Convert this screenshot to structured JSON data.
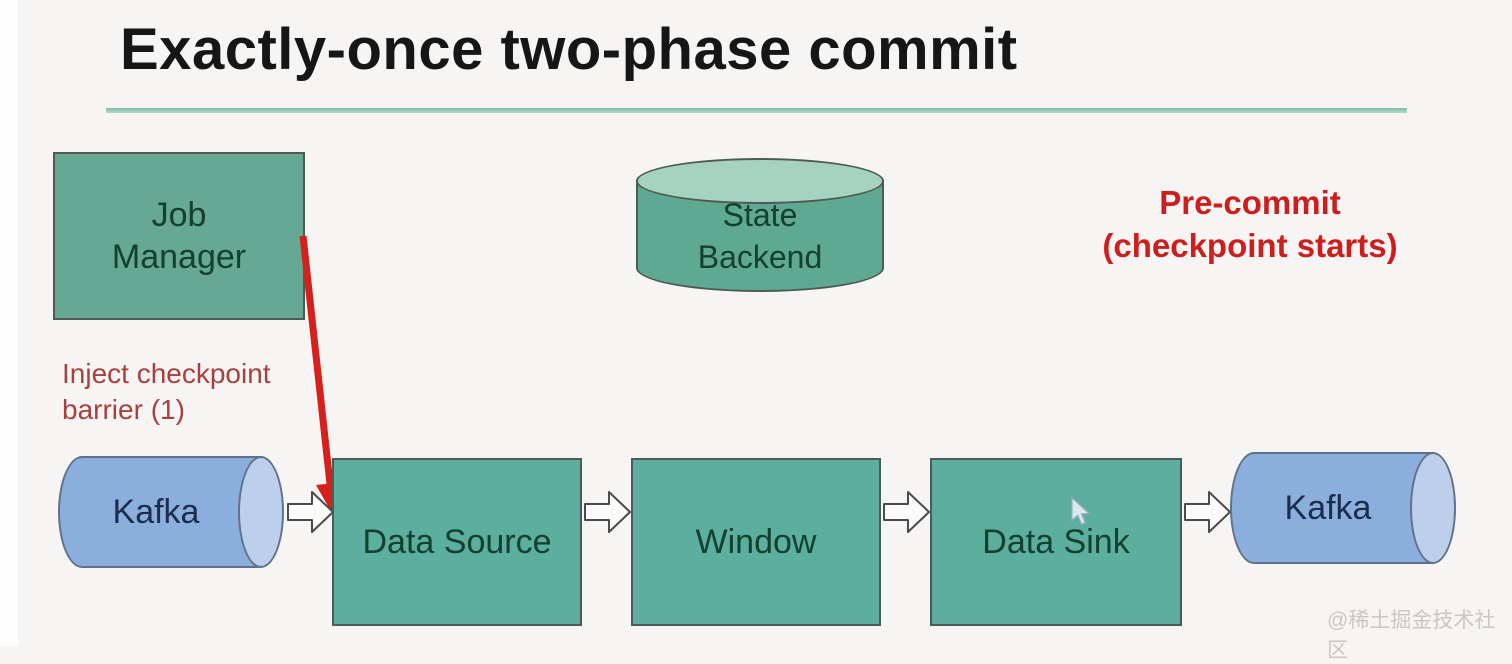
{
  "slide": {
    "title": "Exactly-once two-phase commit",
    "phase_label": "Pre-commit\n(checkpoint starts)",
    "barrier_label": "Inject checkpoint\nbarrier (1)"
  },
  "nodes": {
    "job_manager": "Job\nManager",
    "state_backend": "State\nBackend",
    "kafka_in": "Kafka",
    "data_source": "Data Source",
    "window": "Window",
    "data_sink": "Data Sink",
    "kafka_out": "Kafka"
  },
  "watermark": "@稀土掘金技术社区",
  "colors": {
    "op_box_teal": "#5cae9e",
    "job_manager_teal": "#66a893",
    "cylinder_top_teal": "#a6d2c0",
    "kafka_body_blue": "#8bafdd",
    "kafka_cap_blue": "#bccfeb",
    "barrier_arrow_red": "#d6201c",
    "phase_label_red": "#cd1e1e",
    "barrier_label_red": "#a84040",
    "title_underline_teal": "#96c8b5",
    "background": "#f6f5f3"
  }
}
